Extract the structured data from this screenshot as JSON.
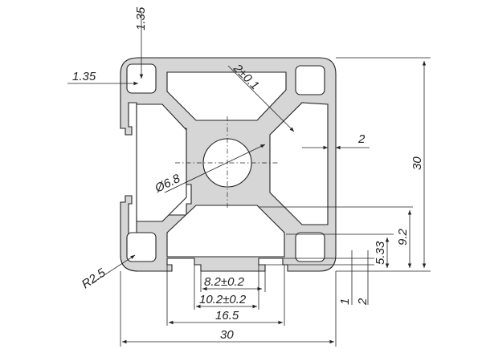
{
  "drawing": {
    "dimensions": {
      "top_wall": "1.35",
      "left_wall": "1.35",
      "web_thickness": "2±0.1",
      "rib_thickness": "2",
      "overall_height": "30",
      "bore_diameter": "Ø6.8",
      "dim_9_2": "9.2",
      "dim_5_33": "5.33",
      "corner_radius": "R2.5",
      "slot_opening": "8.2±0.2",
      "slot_inner": "10.2±0.2",
      "slot_outer": "16.5",
      "overall_width": "30",
      "dim_1": "1",
      "dim_2_bottom": "2"
    },
    "colors": {
      "profile_fill": "#d6d6d6",
      "line": "#222222",
      "background": "#ffffff"
    }
  }
}
